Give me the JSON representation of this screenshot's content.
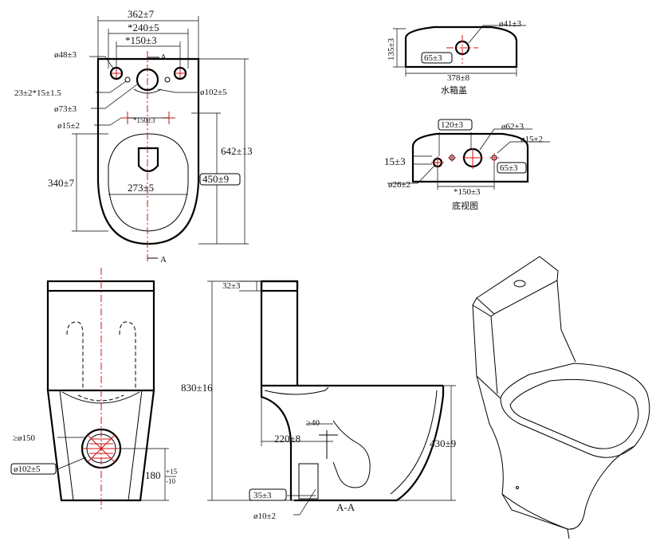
{
  "top_view": {
    "width_total": "362±7",
    "width_240": "*240±5",
    "width_150": "*150±3",
    "section_a_top": "A",
    "section_a_bottom": "A",
    "hole_48": "ø48±3",
    "slot": "23±2*15±1.5",
    "hole_73": "ø73±3",
    "hole_15": "ø15±2",
    "spacing_150": "*150±3",
    "outlet_102": "ø102±5",
    "length_642": "642±13",
    "depth_340": "340±7",
    "width_273": "273±5",
    "bowl_450": "450±9"
  },
  "tank_lid": {
    "height": "135±3",
    "hole_41": "ø41±3",
    "offset_65": "65±3",
    "width_378": "378±8",
    "caption": "水箱盖"
  },
  "bottom_view": {
    "dim_120": "120±3",
    "hole_62": "ø62±3",
    "hole_15": "ø15±2",
    "dim_15": "15±3",
    "hole_26": "ø26±2",
    "offset_65": "65±3",
    "spacing_150": "*150±3",
    "caption": "底视图"
  },
  "rear_view": {
    "trap_150": "≥ø150",
    "outlet_102": "ø102±5",
    "height_180": "180",
    "tol_plus": "+15",
    "tol_minus": "-10"
  },
  "section_view": {
    "height_32": "32±3",
    "height_830": "830±16",
    "trap_40": "≥40",
    "dim_220": "220±8",
    "height_430": "430±9",
    "dim_35": "35±3",
    "hole_10": "ø10±2",
    "caption": "A-A"
  }
}
